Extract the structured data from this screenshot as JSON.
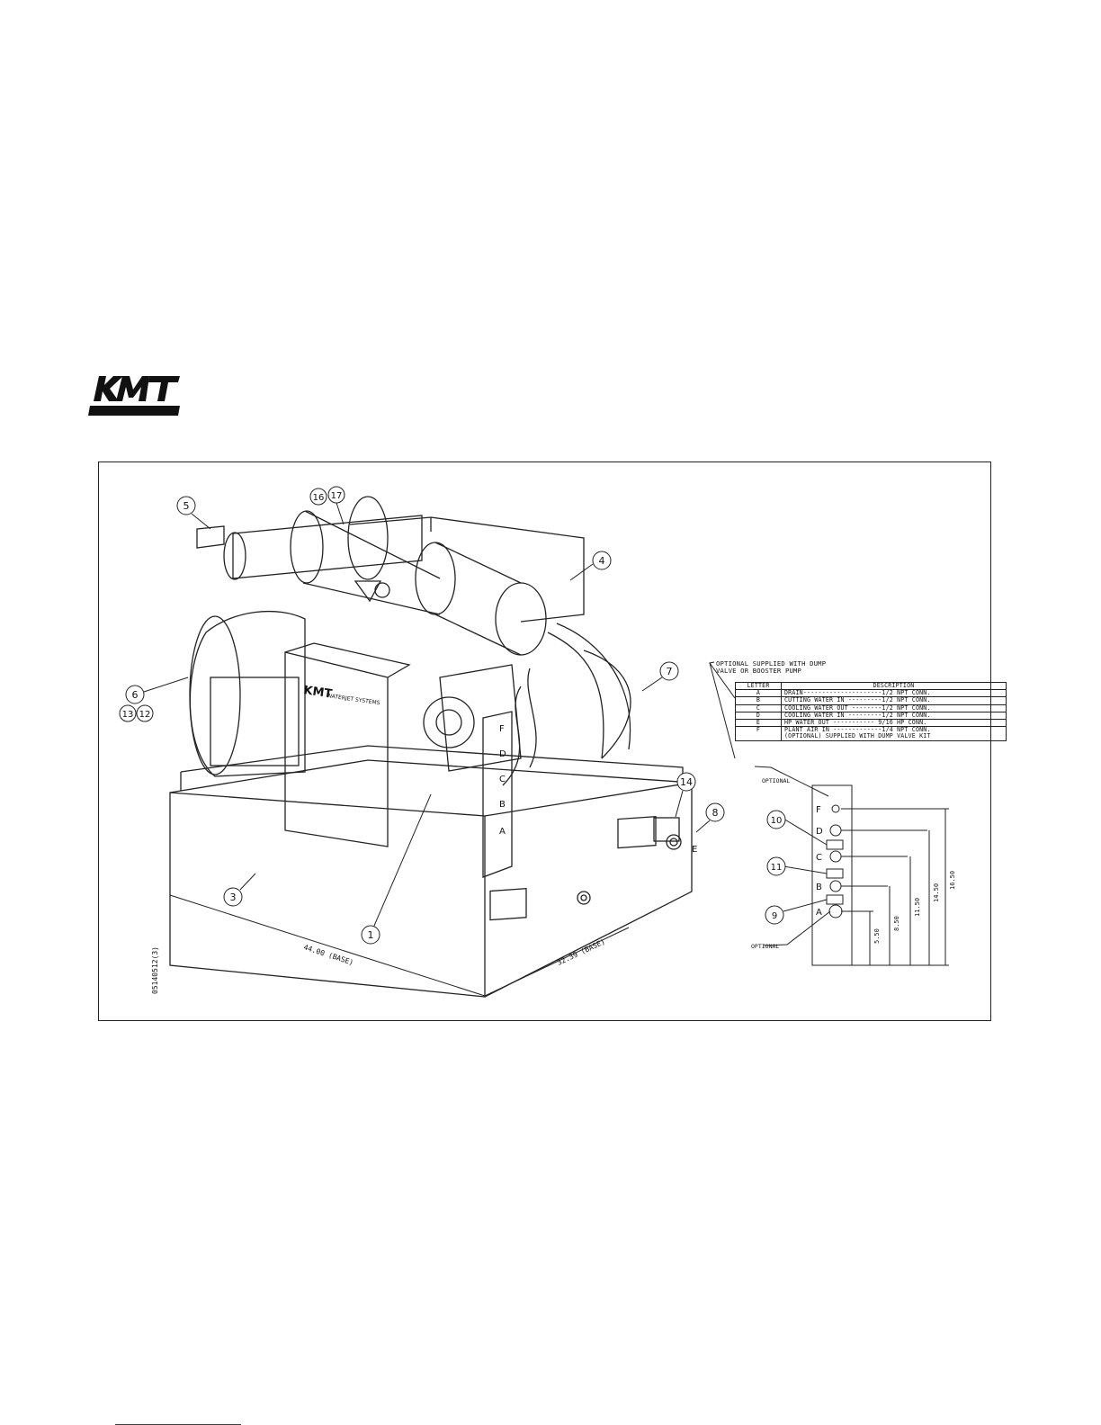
{
  "brand": {
    "logo_text": "KMT"
  },
  "figure": {
    "callouts": [
      "1",
      "3",
      "4",
      "5",
      "6",
      "7",
      "8",
      "9",
      "10",
      "11",
      "12",
      "13",
      "14",
      "16",
      "17"
    ],
    "machine_badge": {
      "line1": "KMT",
      "line2": "WATERJET SYSTEMS"
    },
    "port_letters": [
      "F",
      "D",
      "C",
      "B",
      "A"
    ],
    "side_letter_e": "E",
    "dimensions": {
      "base_length": "44.00 (BASE)",
      "base_width": "32.39 (BASE)"
    },
    "drawing_number": "05140512(3)"
  },
  "legend": {
    "note": "OPTIONAL SUPPLIED WITH DUMP\nVALVE OR BOOSTER PUMP",
    "headers": {
      "letter": "LETTER",
      "description": "DESCRIPTION"
    },
    "rows": [
      {
        "letter": "A",
        "description": "DRAIN---------------------1/2 NPT CONN."
      },
      {
        "letter": "B",
        "description": "CUTTING WATER IN ---------1/2 NPT CONN."
      },
      {
        "letter": "C",
        "description": "COOLING WATER OUT --------1/2 NPT CONN."
      },
      {
        "letter": "D",
        "description": "COOLING WATER IN ---------1/2 NPT CONN."
      },
      {
        "letter": "E",
        "description": "HP WATER OUT ----------- 9/16 HP CONN."
      },
      {
        "letter": "F",
        "description": "PLANT AIR IN -------------1/4 NPT CONN.\n(OPTIONAL) SUPPLIED WITH DUMP VALVE KIT"
      }
    ]
  },
  "panel_detail": {
    "optional_top": "OPTIONAL",
    "optional_bottom": "OPTIONAL",
    "letters": [
      "F",
      "D",
      "C",
      "B",
      "A"
    ],
    "callouts": [
      "10",
      "11",
      "9"
    ],
    "dimensions": [
      "5.50",
      "8.50",
      "11.50",
      "14.50",
      "16.50"
    ]
  }
}
